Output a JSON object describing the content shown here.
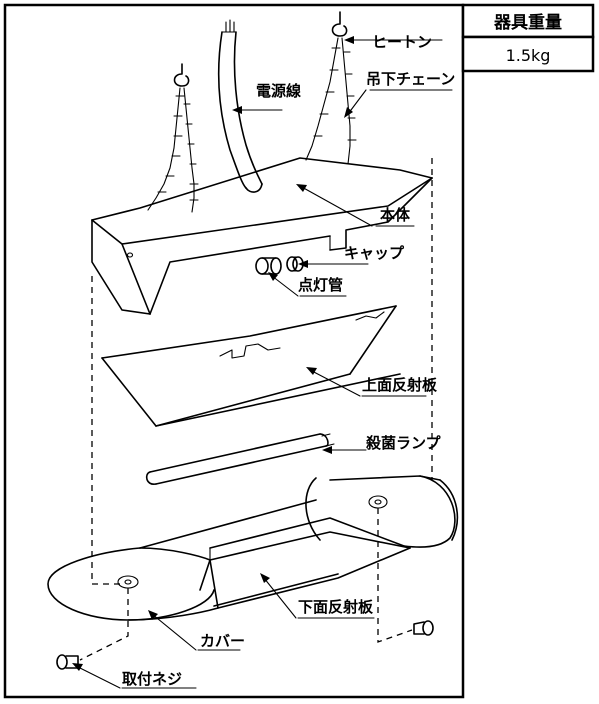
{
  "weight_table": {
    "header": "器具重量",
    "value": "1.5kg"
  },
  "labels": {
    "hook": "ヒートン",
    "power_cord": "電源線",
    "chain": "吊下チェーン",
    "body": "本体",
    "cap": "キャップ",
    "starter": "点灯管",
    "upper_reflector": "上面反射板",
    "lamp": "殺菌ランプ",
    "lower_reflector": "下面反射板",
    "cover": "カバー",
    "screw": "取付ネジ"
  }
}
